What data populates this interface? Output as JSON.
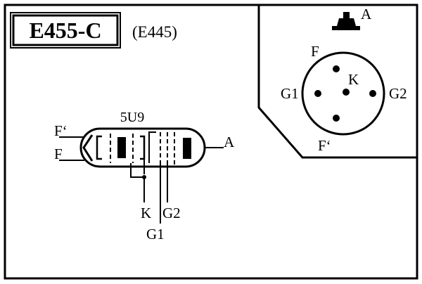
{
  "sheet": {
    "code": "E455-C",
    "alt_code": "(E445)"
  },
  "tube": {
    "type_label": "5U9",
    "pins": {
      "f_prime": "F‘",
      "f": "F",
      "anode": "A",
      "cathode": "K",
      "grid1": "G1",
      "grid2": "G2"
    }
  },
  "base": {
    "top_cap": "A",
    "pin_f": "F",
    "pin_k": "K",
    "pin_g1": "G1",
    "pin_g2": "G2",
    "pin_f_prime": "F‘"
  },
  "colors": {
    "ink": "#000000",
    "paper": "#ffffff"
  }
}
